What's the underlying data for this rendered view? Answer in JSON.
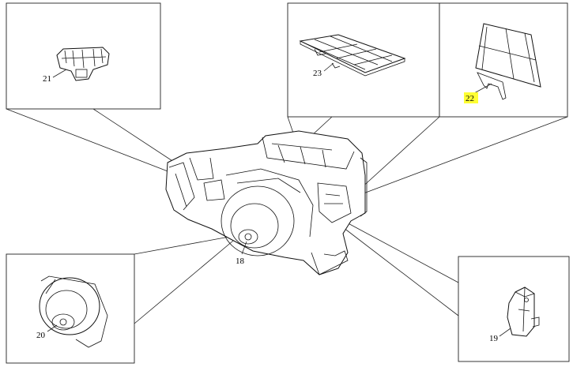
{
  "callouts": [
    {
      "id": "callout-21",
      "label": "21",
      "highlighted": false
    },
    {
      "id": "callout-23",
      "label": "23",
      "highlighted": false
    },
    {
      "id": "callout-22",
      "label": "22",
      "highlighted": true
    },
    {
      "id": "callout-18",
      "label": "18",
      "highlighted": false
    },
    {
      "id": "callout-20",
      "label": "20",
      "highlighted": false
    },
    {
      "id": "callout-19",
      "label": "19",
      "highlighted": false
    }
  ],
  "colors": {
    "highlight": "#ffff33",
    "line": "#222222",
    "background": "#ffffff"
  }
}
